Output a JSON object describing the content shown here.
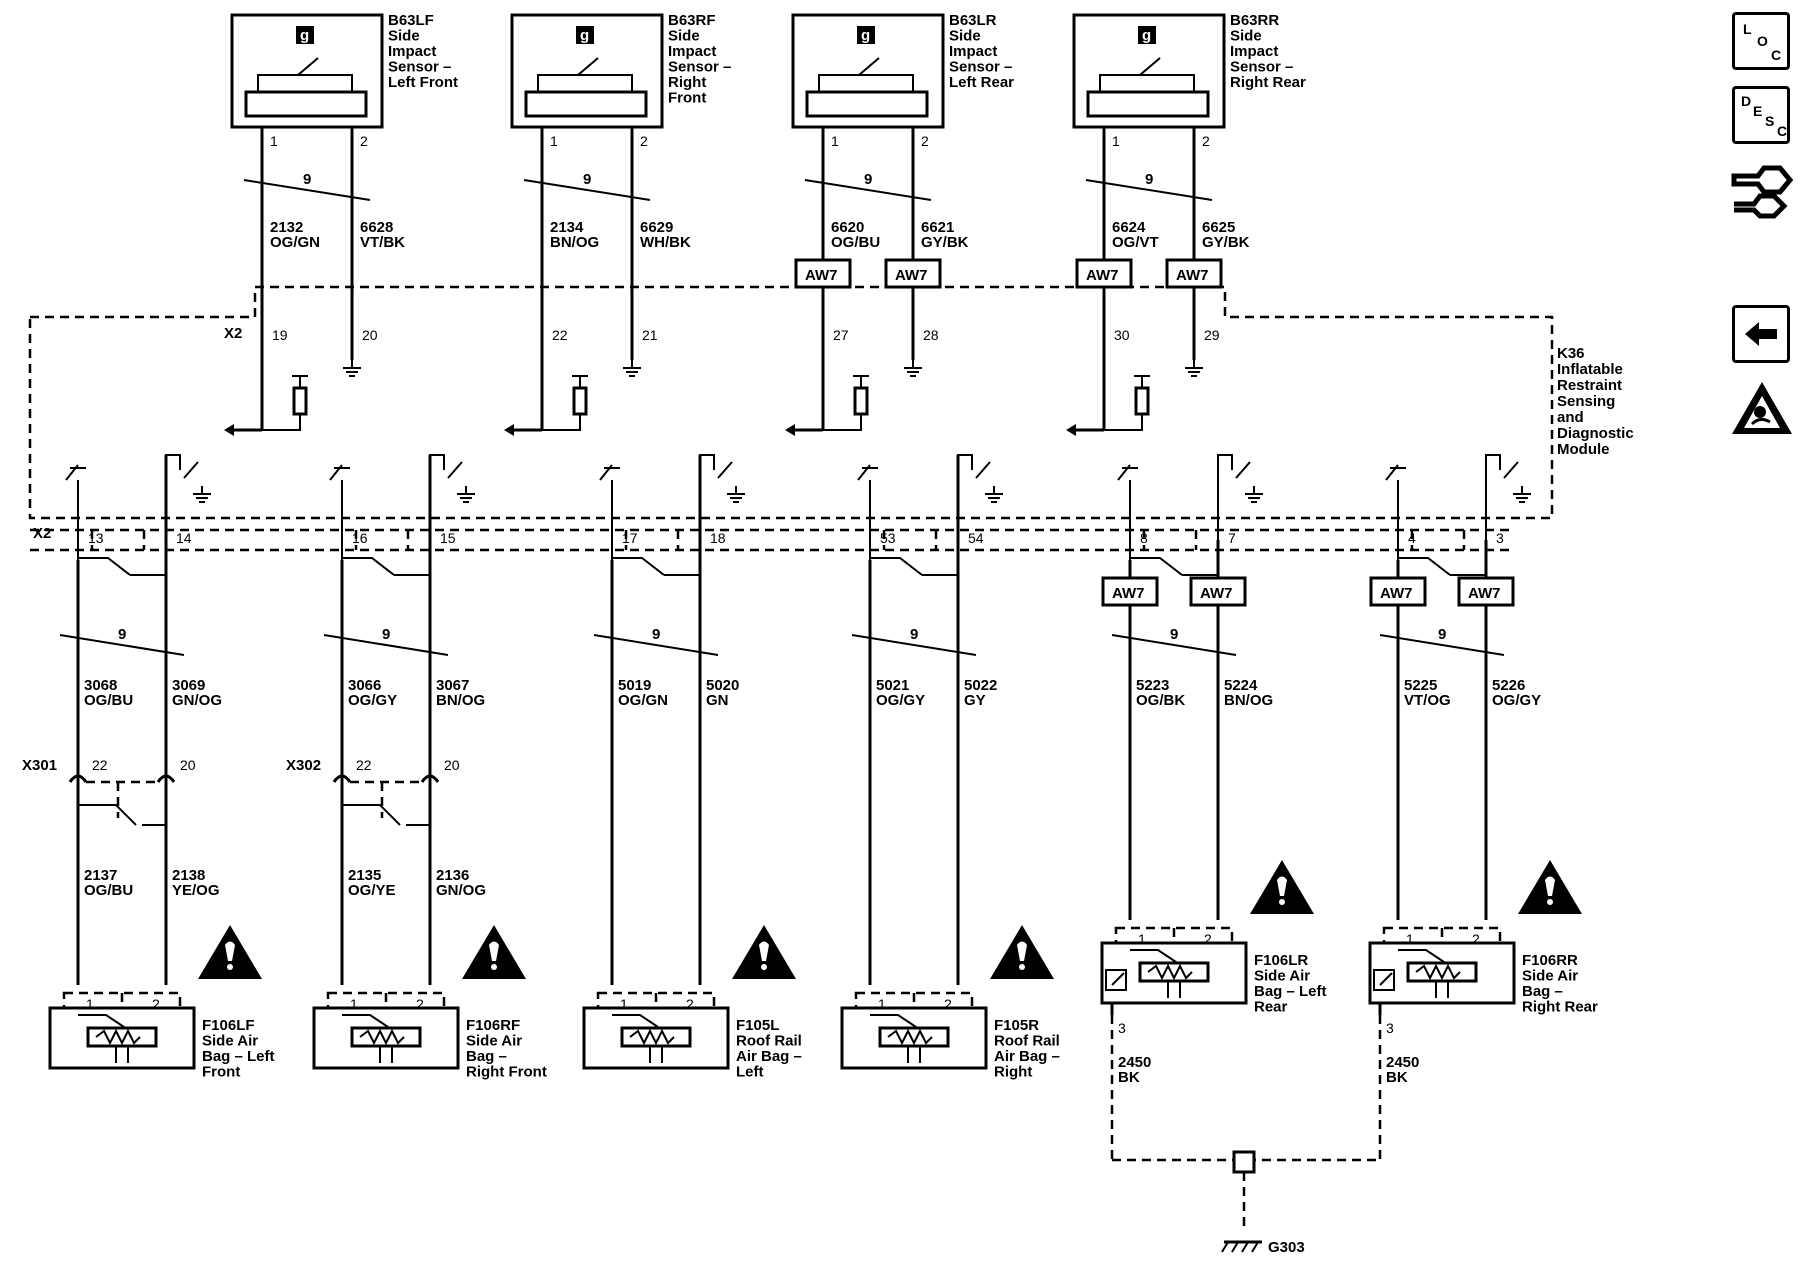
{
  "connectors": {
    "x2_top": "X2",
    "x2_bottom": "X2",
    "x301": "X301",
    "x302": "X302"
  },
  "module": {
    "name_lines": [
      "K36",
      "Inflatable",
      "Restraint",
      "Sensing",
      "and",
      "Diagnostic",
      "Module"
    ]
  },
  "sensors": [
    {
      "id_lines": [
        "B63LF",
        "Side",
        "Impact",
        "Sensor –",
        "Left Front"
      ],
      "icon": "g",
      "pins": [
        "1",
        "2"
      ],
      "twist": "9",
      "wires": [
        [
          "2132",
          "OG/GN"
        ],
        [
          "6628",
          "VT/BK"
        ]
      ],
      "aw7": false,
      "x2_pins": [
        "19",
        "20"
      ]
    },
    {
      "id_lines": [
        "B63RF",
        "Side",
        "Impact",
        "Sensor –",
        "Right",
        "Front"
      ],
      "icon": "g",
      "pins": [
        "1",
        "2"
      ],
      "twist": "9",
      "wires": [
        [
          "2134",
          "BN/OG"
        ],
        [
          "6629",
          "WH/BK"
        ]
      ],
      "aw7": false,
      "x2_pins": [
        "22",
        "21"
      ]
    },
    {
      "id_lines": [
        "B63LR",
        "Side",
        "Impact",
        "Sensor –",
        "Left Rear"
      ],
      "icon": "g",
      "pins": [
        "1",
        "2"
      ],
      "twist": "9",
      "wires": [
        [
          "6620",
          "OG/BU"
        ],
        [
          "6621",
          "GY/BK"
        ]
      ],
      "aw7": true,
      "x2_pins": [
        "27",
        "28"
      ]
    },
    {
      "id_lines": [
        "B63RR",
        "Side",
        "Impact",
        "Sensor –",
        "Right Rear"
      ],
      "icon": "g",
      "pins": [
        "1",
        "2"
      ],
      "twist": "9",
      "wires": [
        [
          "6624",
          "OG/VT"
        ],
        [
          "6625",
          "GY/BK"
        ]
      ],
      "aw7": true,
      "x2_pins": [
        "30",
        "29"
      ]
    }
  ],
  "deployment_loops": [
    {
      "x2_pins": [
        "13",
        "14"
      ],
      "twist": "9",
      "wires": [
        [
          "3068",
          "OG/BU"
        ],
        [
          "3069",
          "GN/OG"
        ]
      ],
      "inline": {
        "name": "X301",
        "pins": [
          "22",
          "20"
        ]
      },
      "lower_wires": [
        [
          "2137",
          "OG/BU"
        ],
        [
          "2138",
          "YE/OG"
        ]
      ],
      "device_lines": [
        "F106LF",
        "Side Air",
        "Bag – Left",
        "Front"
      ],
      "device_pins": [
        "1",
        "2"
      ],
      "aw7": false
    },
    {
      "x2_pins": [
        "16",
        "15"
      ],
      "twist": "9",
      "wires": [
        [
          "3066",
          "OG/GY"
        ],
        [
          "3067",
          "BN/OG"
        ]
      ],
      "inline": {
        "name": "X302",
        "pins": [
          "22",
          "20"
        ]
      },
      "lower_wires": [
        [
          "2135",
          "OG/YE"
        ],
        [
          "2136",
          "GN/OG"
        ]
      ],
      "device_lines": [
        "F106RF",
        "Side Air",
        "Bag –",
        "Right Front"
      ],
      "device_pins": [
        "1",
        "2"
      ],
      "aw7": false
    },
    {
      "x2_pins": [
        "17",
        "18"
      ],
      "twist": "9",
      "wires": [
        [
          "5019",
          "OG/GN"
        ],
        [
          "5020",
          "GN"
        ]
      ],
      "device_lines": [
        "F105L",
        "Roof Rail",
        "Air Bag –",
        "Left"
      ],
      "device_pins": [
        "1",
        "2"
      ],
      "aw7": false
    },
    {
      "x2_pins": [
        "53",
        "54"
      ],
      "twist": "9",
      "wires": [
        [
          "5021",
          "OG/GY"
        ],
        [
          "5022",
          "GY"
        ]
      ],
      "device_lines": [
        "F105R",
        "Roof Rail",
        "Air Bag –",
        "Right"
      ],
      "device_pins": [
        "1",
        "2"
      ],
      "aw7": false
    },
    {
      "x2_pins": [
        "8",
        "7"
      ],
      "twist": "9",
      "wires": [
        [
          "5223",
          "OG/BK"
        ],
        [
          "5224",
          "BN/OG"
        ]
      ],
      "device_lines": [
        "F106LR",
        "Side Air",
        "Bag – Left",
        "Rear"
      ],
      "device_pins": [
        "1",
        "2",
        "3"
      ],
      "aw7": true,
      "ground_wire": [
        "2450",
        "BK"
      ]
    },
    {
      "x2_pins": [
        "4",
        "3"
      ],
      "twist": "9",
      "wires": [
        [
          "5225",
          "VT/OG"
        ],
        [
          "5226",
          "OG/GY"
        ]
      ],
      "device_lines": [
        "F106RR",
        "Side Air",
        "Bag –",
        "Right Rear"
      ],
      "device_pins": [
        "1",
        "2",
        "3"
      ],
      "aw7": true,
      "ground_wire": [
        "2450",
        "BK"
      ]
    }
  ],
  "splice_label": "AW7",
  "ground_label": "G303",
  "sidebar": {
    "loc_letters": [
      "L",
      "O",
      "C"
    ],
    "desc_letters": [
      "D",
      "E",
      "S",
      "C"
    ],
    "icons": [
      "loc-icon",
      "desc-icon",
      "connector-tool-icon",
      "back-arrow-icon",
      "airbag-warning-icon"
    ]
  }
}
